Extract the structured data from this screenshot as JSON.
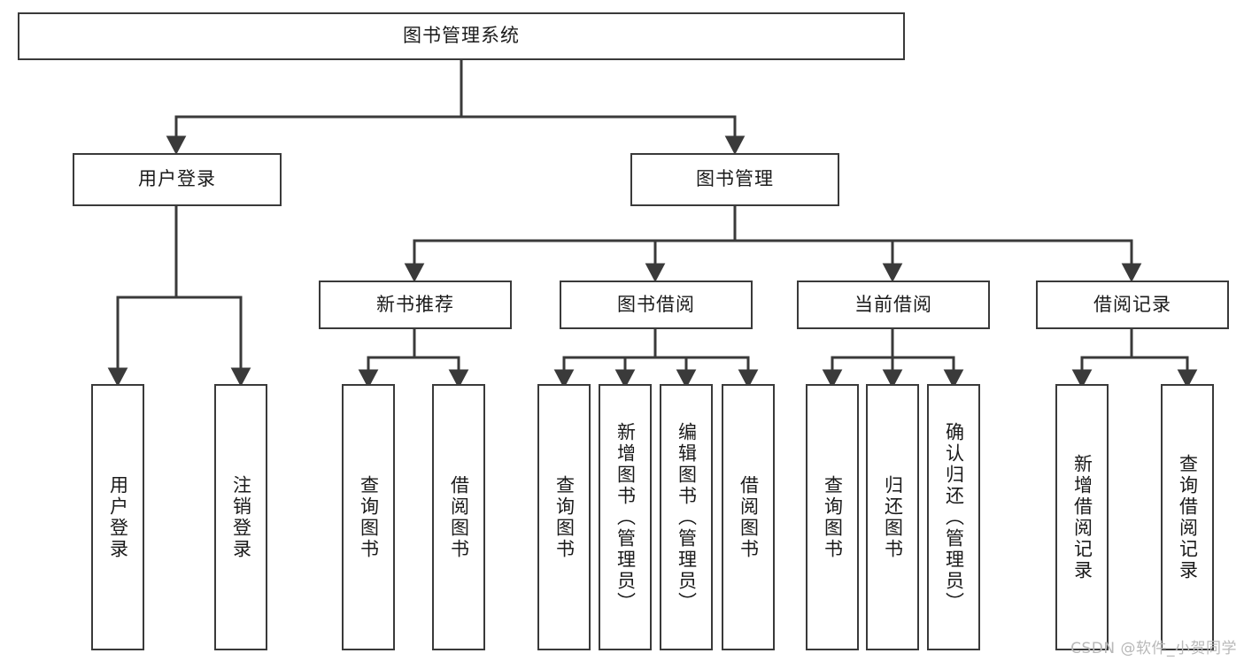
{
  "diagram": {
    "title": "图书管理系统",
    "watermark": "CSDN @软件_小贺同学",
    "type": "tree-hierarchy",
    "colors": {
      "box_border": "#3a3a3a",
      "box_fill": "#ffffff",
      "edge": "#3a3a3a",
      "text": "#1a1a1a",
      "watermark": "#b8b8b8",
      "background": "#ffffff"
    },
    "root": {
      "label": "图书管理系统"
    },
    "level2": [
      {
        "label": "用户登录"
      },
      {
        "label": "图书管理"
      }
    ],
    "level3": [
      {
        "label": "新书推荐"
      },
      {
        "label": "图书借阅"
      },
      {
        "label": "当前借阅"
      },
      {
        "label": "借阅记录"
      }
    ],
    "leaves": {
      "user_login": [
        {
          "label": "用户登录"
        },
        {
          "label": "注销登录"
        }
      ],
      "new_book_recommend": [
        {
          "label": "查询图书"
        },
        {
          "label": "借阅图书"
        }
      ],
      "book_borrow": [
        {
          "label": "查询图书"
        },
        {
          "label": "新增图书（管理员）"
        },
        {
          "label": "编辑图书（管理员）"
        },
        {
          "label": "借阅图书"
        }
      ],
      "current_borrow": [
        {
          "label": "查询图书"
        },
        {
          "label": "归还图书"
        },
        {
          "label": "确认归还（管理员）"
        }
      ],
      "borrow_record": [
        {
          "label": "新增借阅记录"
        },
        {
          "label": "查询借阅记录"
        }
      ]
    }
  }
}
